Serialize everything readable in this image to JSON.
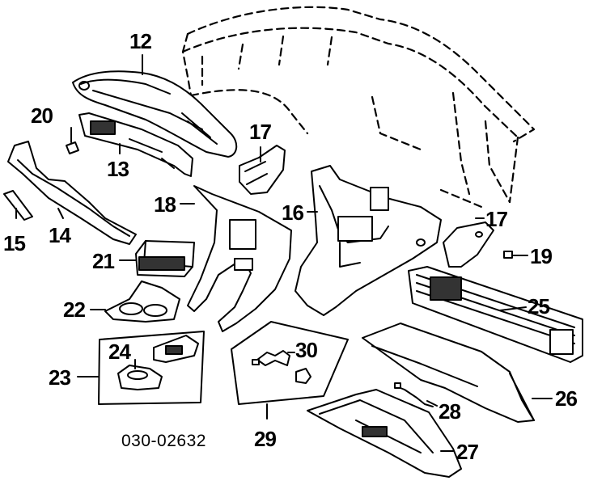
{
  "reference_code": "030-02632",
  "callouts": {
    "c12": "12",
    "c13": "13",
    "c14": "14",
    "c15": "15",
    "c16": "16",
    "c17a": "17",
    "c17b": "17",
    "c18": "18",
    "c19": "19",
    "c20": "20",
    "c21": "21",
    "c22": "22",
    "c23": "23",
    "c24": "24",
    "c25": "25",
    "c26": "26",
    "c27": "27",
    "c28": "28",
    "c29": "29",
    "c30": "30"
  },
  "colors": {
    "line": "#000000",
    "background": "#ffffff",
    "fill": "#ffffff",
    "shade": "#333333"
  }
}
